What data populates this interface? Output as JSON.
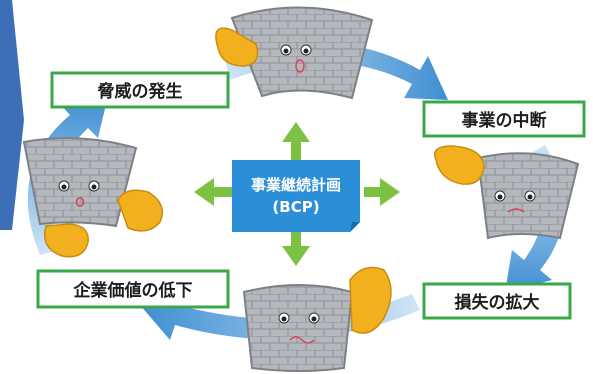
{
  "center": {
    "title": "事業継続計画",
    "subtitle": "(BCP)"
  },
  "labels": {
    "threat": "脅威の発生",
    "interruption": "事業の中断",
    "loss": "損失の拡大",
    "decline": "企業価値の低下"
  },
  "colors": {
    "cycle_arrow": "#4f9ad6",
    "cycle_arrow_light": "#bfdcf4",
    "label_border": "#3aa84a",
    "center_box": "#2b8fd8",
    "green_arrow": "#7cc142",
    "side_chevron": "#3d6fb6",
    "stone": "#a9adb3",
    "stone_dark": "#7c8188",
    "hand": "#f2b01e"
  },
  "icons": [
    "stone-character-icon",
    "stone-character-icon",
    "stone-character-icon",
    "stone-character-icon"
  ]
}
